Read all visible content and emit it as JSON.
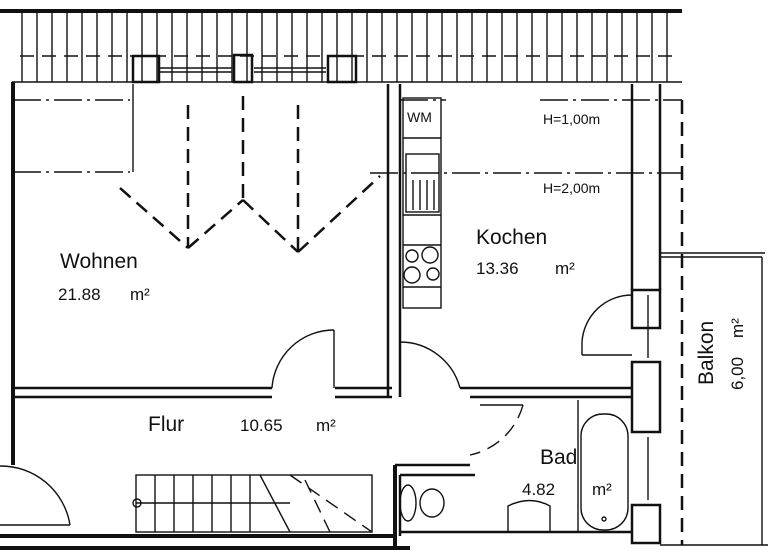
{
  "plan": {
    "type": "floor-plan",
    "unit": "m²",
    "rooms": [
      {
        "id": "wohnen",
        "name": "Wohnen",
        "area": "21.88",
        "unit": "m²"
      },
      {
        "id": "kochen",
        "name": "Kochen",
        "area": "13.36",
        "unit": "m²"
      },
      {
        "id": "flur",
        "name": "Flur",
        "area": "10.65",
        "unit": "m²"
      },
      {
        "id": "bad",
        "name": "Bad",
        "area": "4.82",
        "unit": "m²"
      },
      {
        "id": "balkon",
        "name": "Balkon",
        "area": "6,00",
        "unit": "m²"
      }
    ],
    "annotations": {
      "washing_machine": "WM",
      "height_1": "H=1,00m",
      "height_2": "H=2,00m"
    },
    "icons": [
      "washing-machine",
      "sink",
      "stove",
      "toilet",
      "washbasin",
      "bathtub",
      "staircase",
      "roof-slope"
    ]
  }
}
